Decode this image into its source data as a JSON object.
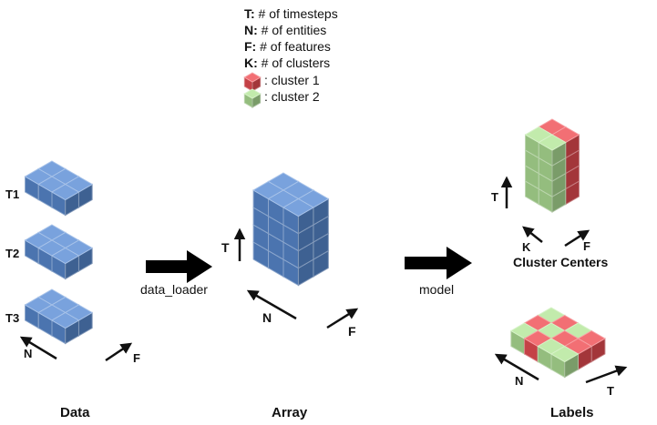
{
  "legend": {
    "items": [
      {
        "key": "T:",
        "text": " # of timesteps"
      },
      {
        "key": "N:",
        "text": " # of entities"
      },
      {
        "key": "F:",
        "text": " # of features"
      },
      {
        "key": "K:",
        "text": " # of clusters"
      }
    ],
    "cluster1": ": cluster 1",
    "cluster2": ": cluster 2"
  },
  "data_panel": {
    "slices": [
      "T1",
      "T2",
      "T3"
    ],
    "axis_n": "N",
    "axis_f": "F",
    "caption": "Data"
  },
  "arrow1_label": "data_loader",
  "array_panel": {
    "axis_t": "T",
    "axis_n": "N",
    "axis_f": "F",
    "caption": "Array"
  },
  "arrow2_label": "model",
  "centers_panel": {
    "axis_t": "T",
    "axis_k": "K",
    "axis_f": "F",
    "caption": "Cluster Centers"
  },
  "labels_panel": {
    "axis_n": "N",
    "axis_t": "T",
    "caption": "Labels"
  },
  "colors": {
    "blue": "#5b8ed6",
    "red": "#ef4f55",
    "green": "#b4e69a",
    "arrow": "#000000"
  }
}
